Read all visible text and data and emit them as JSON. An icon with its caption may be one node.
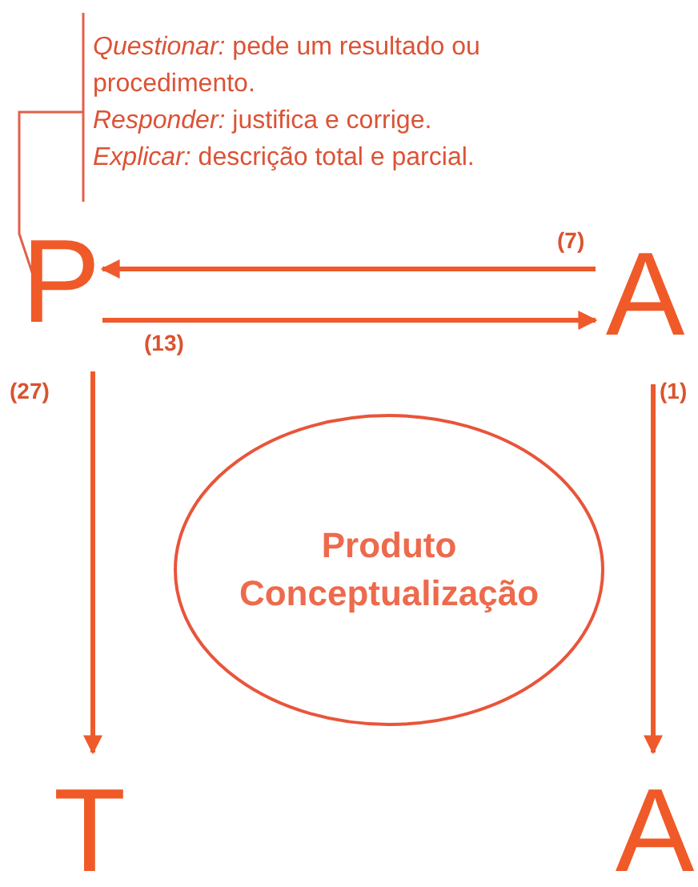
{
  "diagram": {
    "nodes": [
      {
        "text": [
          "*Questionar:* pede um resultado ou procedimento.",
          "*Responder:* justifica e corrige.",
          "*Explicar:* descrição total e parcial."
        ]
      },
      {
        "text": [
          "P"
        ]
      },
      {
        "text": [
          "A"
        ]
      },
      {
        "text": [
          "T"
        ]
      },
      {
        "text": [
          "A"
        ]
      },
      {
        "text": [
          "Produto Conceptualização"
        ]
      }
    ],
    "edges": [
      {
        "from": 0,
        "to": 1,
        "arrow": "none"
      },
      {
        "from": 2,
        "to": 1,
        "arrow": "to",
        "label": "(7)"
      },
      {
        "from": 1,
        "to": 2,
        "arrow": "to",
        "label": "(13)"
      },
      {
        "from": 1,
        "to": 3,
        "arrow": "to",
        "label": "(27)"
      },
      {
        "from": 2,
        "to": 4,
        "arrow": "to",
        "label": "(1)"
      }
    ]
  }
}
